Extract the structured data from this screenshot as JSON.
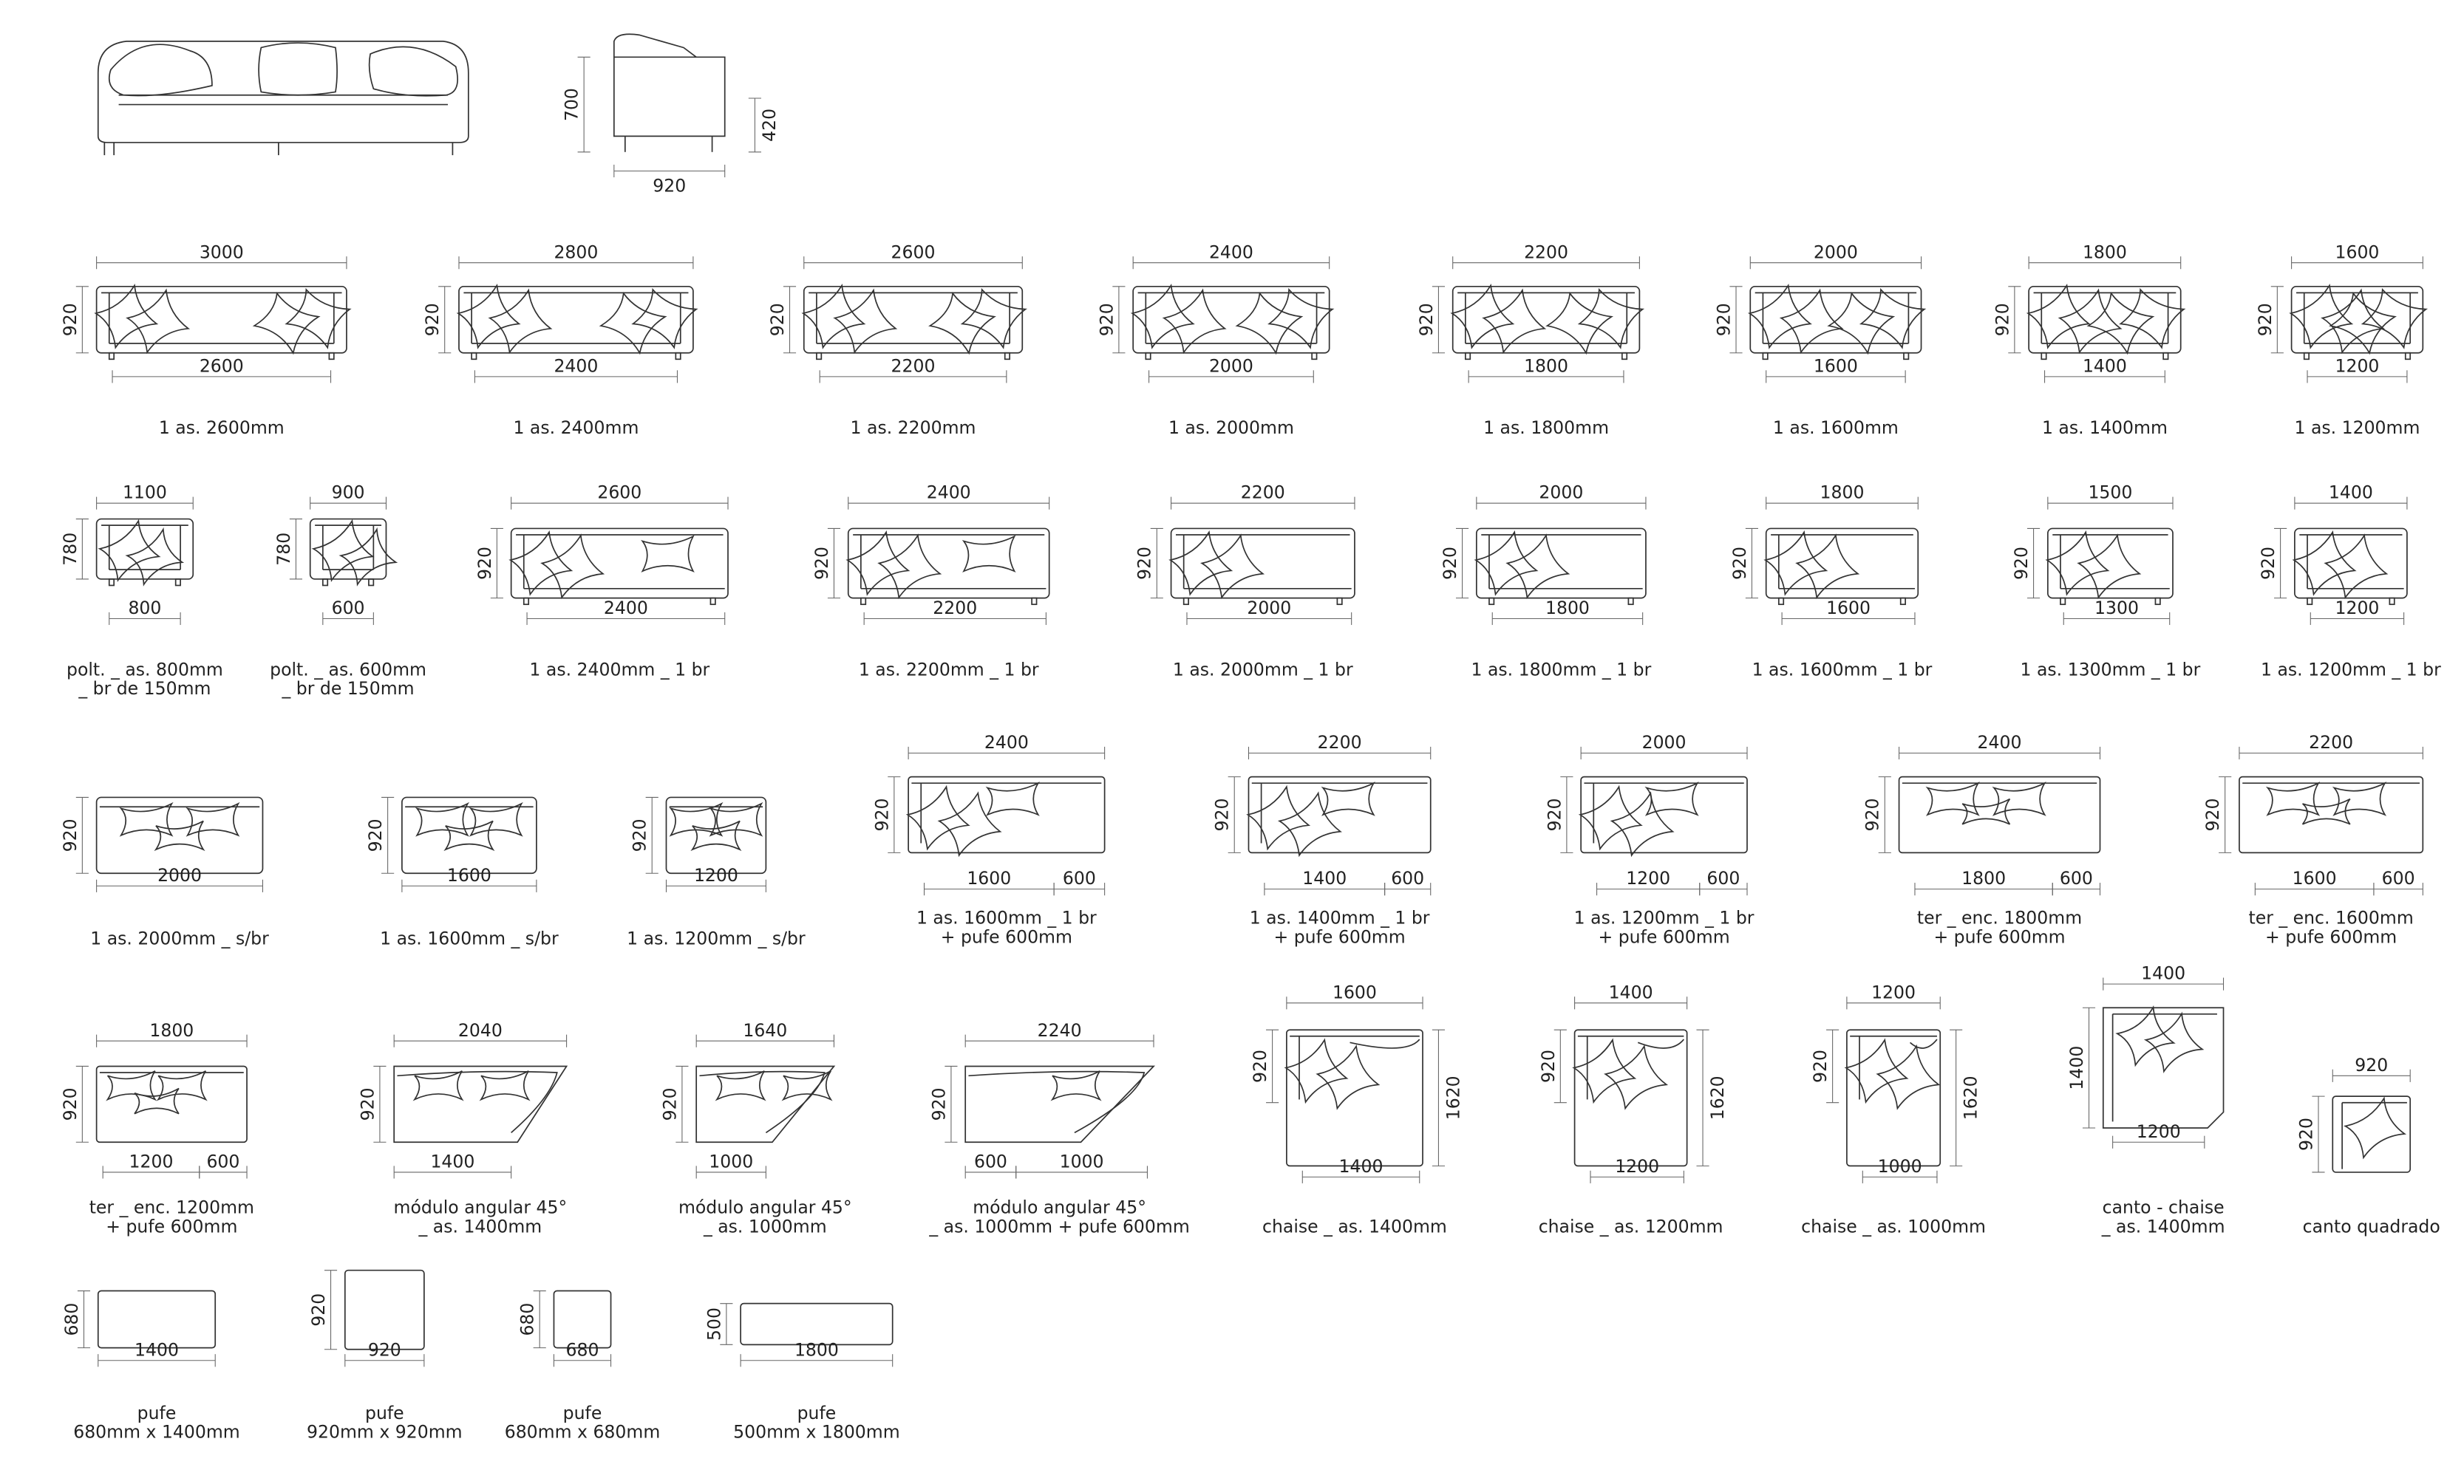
{
  "front_view": {
    "name": "front-view"
  },
  "side_view": {
    "name": "side-view",
    "dims": {
      "w": "920",
      "h": "700",
      "seat": "420"
    }
  },
  "modules": [
    {
      "name": "module-1as-2600",
      "dims": {
        "top": "3000",
        "left": "920",
        "bottom": "2600"
      },
      "caption": [
        "1 as. 2600mm"
      ]
    },
    {
      "name": "module-1as-2400",
      "dims": {
        "top": "2800",
        "left": "920",
        "bottom": "2400"
      },
      "caption": [
        "1 as. 2400mm"
      ]
    },
    {
      "name": "module-1as-2200",
      "dims": {
        "top": "2600",
        "left": "920",
        "bottom": "2200"
      },
      "caption": [
        "1 as. 2200mm"
      ]
    },
    {
      "name": "module-1as-2000",
      "dims": {
        "top": "2400",
        "left": "920",
        "bottom": "2000"
      },
      "caption": [
        "1 as. 2000mm"
      ]
    },
    {
      "name": "module-1as-1800",
      "dims": {
        "top": "2200",
        "left": "920",
        "bottom": "1800"
      },
      "caption": [
        "1 as. 1800mm"
      ]
    },
    {
      "name": "module-1as-1600",
      "dims": {
        "top": "2000",
        "left": "920",
        "bottom": "1600"
      },
      "caption": [
        "1 as. 1600mm"
      ]
    },
    {
      "name": "module-1as-1400",
      "dims": {
        "top": "1800",
        "left": "920",
        "bottom": "1400"
      },
      "caption": [
        "1 as. 1400mm"
      ]
    },
    {
      "name": "module-1as-1200",
      "dims": {
        "top": "1600",
        "left": "920",
        "bottom": "1200"
      },
      "caption": [
        "1 as. 1200mm"
      ]
    },
    {
      "name": "module-polt-800",
      "dims": {
        "top": "1100",
        "left": "780",
        "bottom": "800"
      },
      "caption": [
        "polt. _ as. 800mm",
        "_ br de 150mm"
      ]
    },
    {
      "name": "module-polt-600",
      "dims": {
        "top": "900",
        "left": "780",
        "bottom": "600"
      },
      "caption": [
        "polt. _ as. 600mm",
        "_ br de 150mm"
      ]
    },
    {
      "name": "module-1as-2400-1br",
      "dims": {
        "top": "2600",
        "left": "920",
        "bottom": "2400"
      },
      "caption": [
        "1 as. 2400mm _ 1 br"
      ]
    },
    {
      "name": "module-1as-2200-1br",
      "dims": {
        "top": "2400",
        "left": "920",
        "bottom": "2200"
      },
      "caption": [
        "1 as. 2200mm _ 1 br"
      ]
    },
    {
      "name": "module-1as-2000-1br",
      "dims": {
        "top": "2200",
        "left": "920",
        "bottom": "2000"
      },
      "caption": [
        "1 as. 2000mm _ 1 br"
      ]
    },
    {
      "name": "module-1as-1800-1br",
      "dims": {
        "top": "2000",
        "left": "920",
        "bottom": "1800"
      },
      "caption": [
        "1 as. 1800mm _ 1 br"
      ]
    },
    {
      "name": "module-1as-1600-1br",
      "dims": {
        "top": "1800",
        "left": "920",
        "bottom": "1600"
      },
      "caption": [
        "1 as. 1600mm _ 1 br"
      ]
    },
    {
      "name": "module-1as-1300-1br",
      "dims": {
        "top": "1500",
        "left": "920",
        "bottom": "1300"
      },
      "caption": [
        "1 as. 1300mm _ 1 br"
      ]
    },
    {
      "name": "module-1as-1200-1br",
      "dims": {
        "top": "1400",
        "left": "920",
        "bottom": "1200"
      },
      "caption": [
        "1 as. 1200mm _ 1 br"
      ]
    },
    {
      "name": "module-1as-2000-sbr",
      "dims": {
        "left": "920",
        "bottom": "2000"
      },
      "caption": [
        "1 as. 2000mm _ s/br"
      ]
    },
    {
      "name": "module-1as-1600-sbr",
      "dims": {
        "left": "920",
        "bottom": "1600"
      },
      "caption": [
        "1 as. 1600mm _ s/br"
      ]
    },
    {
      "name": "module-1as-1200-sbr",
      "dims": {
        "left": "920",
        "bottom": "1200"
      },
      "caption": [
        "1 as. 1200mm _ s/br"
      ]
    },
    {
      "name": "module-1as-1600-1br-pufe",
      "dims": {
        "top": "2400",
        "left": "920",
        "bottom1": "1600",
        "bottom2": "600"
      },
      "caption": [
        "1 as. 1600mm _ 1 br",
        "+ pufe 600mm"
      ]
    },
    {
      "name": "module-1as-1400-1br-pufe",
      "dims": {
        "top": "2200",
        "left": "920",
        "bottom1": "1400",
        "bottom2": "600"
      },
      "caption": [
        "1 as. 1400mm _ 1 br",
        "+ pufe 600mm"
      ]
    },
    {
      "name": "module-1as-1200-1br-pufe",
      "dims": {
        "top": "2000",
        "left": "920",
        "bottom1": "1200",
        "bottom2": "600"
      },
      "caption": [
        "1 as. 1200mm _ 1 br",
        "+ pufe 600mm"
      ]
    },
    {
      "name": "module-ter-enc-1800-pufe",
      "dims": {
        "top": "2400",
        "left": "920",
        "bottom1": "1800",
        "bottom2": "600"
      },
      "caption": [
        "ter _ enc. 1800mm",
        "+ pufe 600mm"
      ]
    },
    {
      "name": "module-ter-enc-1600-pufe",
      "dims": {
        "top": "2200",
        "left": "920",
        "bottom1": "1600",
        "bottom2": "600"
      },
      "caption": [
        "ter _ enc. 1600mm",
        "+ pufe 600mm"
      ]
    },
    {
      "name": "module-ter-enc-1200-pufe",
      "dims": {
        "top": "1800",
        "left": "920",
        "bottom1": "1200",
        "bottom2": "600"
      },
      "caption": [
        "ter _ enc. 1200mm",
        "+ pufe 600mm"
      ]
    },
    {
      "name": "module-angular-1400",
      "dims": {
        "top": "2040",
        "left": "920",
        "bottom": "1400"
      },
      "caption": [
        "módulo angular 45°",
        "_ as. 1400mm"
      ]
    },
    {
      "name": "module-angular-1000",
      "dims": {
        "top": "1640",
        "left": "920",
        "bottom": "1000"
      },
      "caption": [
        "módulo angular 45°",
        "_ as. 1000mm"
      ]
    },
    {
      "name": "module-angular-1000-pufe",
      "dims": {
        "top": "2240",
        "left": "920",
        "bottom1": "600",
        "bottom2": "1000"
      },
      "caption": [
        "módulo angular 45°",
        "_ as. 1000mm + pufe 600mm"
      ]
    },
    {
      "name": "module-chaise-1400",
      "dims": {
        "top": "1600",
        "left": "920",
        "right": "1620",
        "bottom": "1400"
      },
      "caption": [
        "chaise _  as. 1400mm"
      ]
    },
    {
      "name": "module-chaise-1200",
      "dims": {
        "top": "1400",
        "left": "920",
        "right": "1620",
        "bottom": "1200"
      },
      "caption": [
        "chaise _  as. 1200mm"
      ]
    },
    {
      "name": "module-chaise-1000",
      "dims": {
        "top": "1200",
        "left": "920",
        "right": "1620",
        "bottom": "1000"
      },
      "caption": [
        "chaise _  as. 1000mm"
      ]
    },
    {
      "name": "module-canto-chaise-1400",
      "dims": {
        "top": "1400",
        "left": "1400",
        "bottom": "1200"
      },
      "caption": [
        "canto - chaise",
        "_ as. 1400mm"
      ]
    },
    {
      "name": "module-canto-quadrado",
      "dims": {
        "top": "920",
        "left": "920"
      },
      "caption": [
        "canto quadrado"
      ]
    },
    {
      "name": "pufe-680x1400",
      "dims": {
        "left": "680",
        "bottom": "1400"
      },
      "caption": [
        "pufe",
        "680mm x 1400mm"
      ]
    },
    {
      "name": "pufe-920x920",
      "dims": {
        "left": "920",
        "bottom": "920"
      },
      "caption": [
        "pufe",
        "920mm x 920mm"
      ]
    },
    {
      "name": "pufe-680x680",
      "dims": {
        "left": "680",
        "bottom": "680"
      },
      "caption": [
        "pufe",
        "680mm x 680mm"
      ]
    },
    {
      "name": "pufe-500x1800",
      "dims": {
        "left": "500",
        "bottom": "1800"
      },
      "caption": [
        "pufe",
        "500mm x 1800mm"
      ]
    }
  ]
}
